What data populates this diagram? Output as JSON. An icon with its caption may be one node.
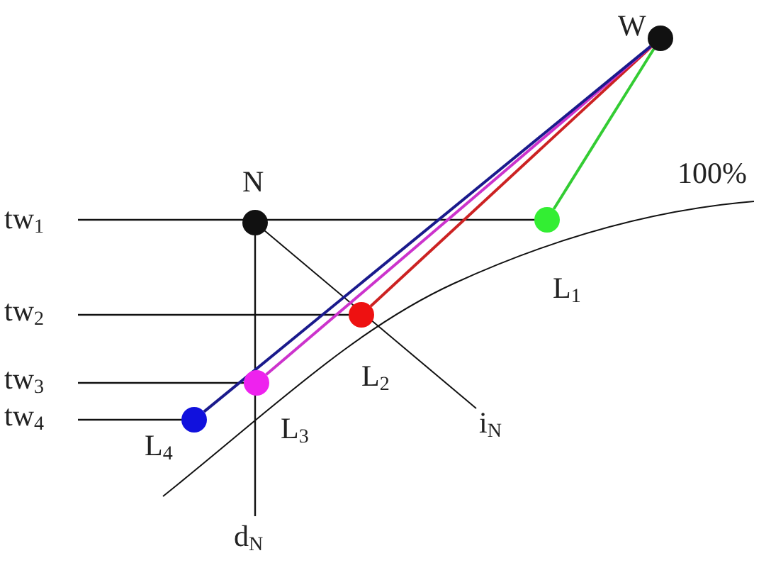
{
  "diagram": {
    "nodes": [
      {
        "text": [],
        "shape": "circle",
        "beside": [
          "W"
        ]
      },
      {
        "text": [],
        "shape": "circle",
        "beside": [
          "N"
        ]
      },
      {
        "text": [],
        "shape": "circle",
        "beside": [
          "L$_{1}$"
        ]
      },
      {
        "text": [],
        "shape": "circle",
        "beside": [
          "L$_{2}$"
        ]
      },
      {
        "text": [],
        "shape": "circle",
        "beside": [
          "L$_{3}$"
        ]
      },
      {
        "text": [],
        "shape": "circle",
        "beside": [
          "L$_{4}$"
        ]
      }
    ],
    "edges": [
      {
        "from": 0,
        "to": 2,
        "arrow": "none",
        "color": "#33cc33"
      },
      {
        "from": 0,
        "to": 3,
        "arrow": "none",
        "color": "#cc2222"
      },
      {
        "from": 0,
        "to": 4,
        "arrow": "none",
        "color": "#cc33cc"
      },
      {
        "from": 0,
        "to": 5,
        "arrow": "none",
        "color": "#1a1a8c"
      }
    ],
    "labels": [
      "100%",
      "tw$_{1}$",
      "tw$_{2}$",
      "tw$_{3}$",
      "tw$_{4}$",
      "i$_{N}$",
      "d$_{N}$"
    ]
  }
}
